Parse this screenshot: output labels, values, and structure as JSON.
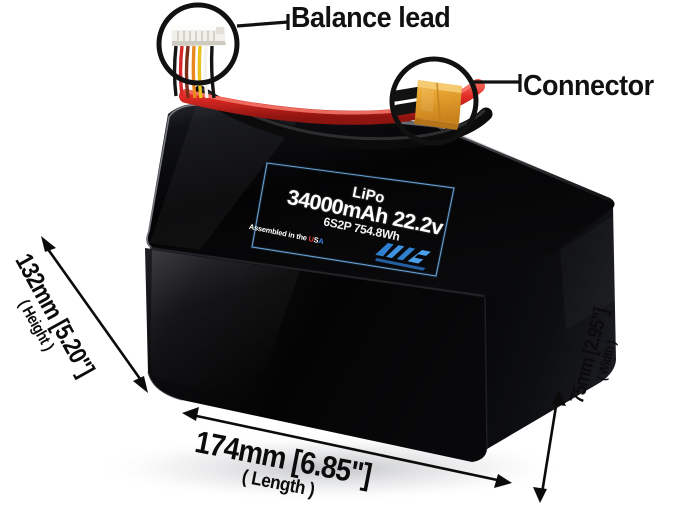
{
  "image": {
    "subject": "lipo-battery-pack-product-photo",
    "background_color": "#ffffff"
  },
  "callouts": [
    {
      "id": "balance-lead",
      "label": "Balance lead",
      "target": "white-jst-balance-plug",
      "highlight_shape": "circle"
    },
    {
      "id": "connector",
      "label": "Connector",
      "target": "orange-xt90-connector",
      "highlight_shape": "circle"
    }
  ],
  "pack_label": {
    "chemistry": "LiPo",
    "capacity_voltage": "34000mAh 22.2v",
    "configuration": "6S2P 754.8Wh",
    "origin_prefix": "Assembled in the ",
    "origin_u": "U",
    "origin_s": "S",
    "origin_a": "A",
    "brand_logo": "maxamps-logo",
    "border_color": "#6aa8e0",
    "text_color": "#ffffff"
  },
  "dimensions": {
    "height": {
      "main": "132mm [5.20\"]",
      "sub": "( Height )",
      "value_mm": 132,
      "value_in": 5.2
    },
    "length": {
      "main": "174mm [6.85\"]",
      "sub": "( Length )",
      "value_mm": 174,
      "value_in": 6.85
    },
    "width": {
      "main": "75mm [2.95\"]",
      "sub": "( Width )",
      "value_mm": 75,
      "value_in": 2.95
    }
  },
  "colors": {
    "pack_body": "#050505",
    "pack_top_gloss": "#14151a",
    "xt90_orange": "#e9a531",
    "xt90_shadow": "#b8761a",
    "wire_red": "#e23030",
    "wire_black": "#121212",
    "balance_plug_white": "#f2f0ea",
    "callout_line": "#111111",
    "label_blue": "#6aa8e0"
  },
  "balance_wires": [
    "#141414",
    "#d62828",
    "#7a2e18",
    "#e8891f",
    "#e8c21f",
    "#f5f3ee",
    "#141414"
  ]
}
